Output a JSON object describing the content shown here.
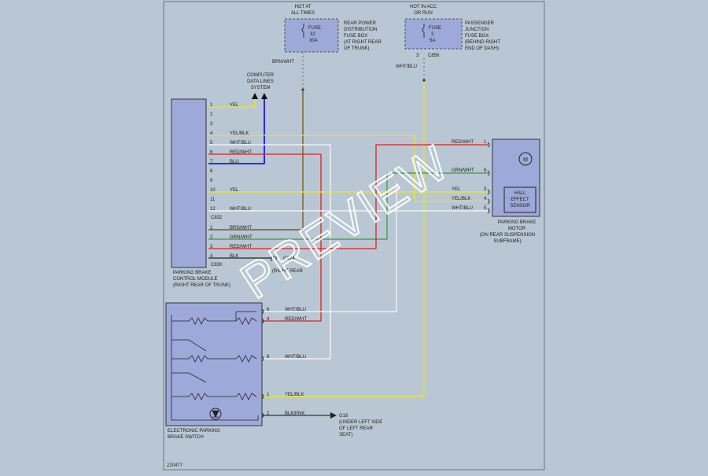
{
  "diagram_id": "220477",
  "watermark": "PREVIEW",
  "fuses": {
    "left": {
      "hot_label": [
        "HOT AT",
        "ALL TIMES"
      ],
      "fuse_text": [
        "FUSE",
        "32",
        "30A"
      ],
      "box_label": [
        "REAR POWER",
        "DISTRIBUTION",
        "FUSE BOX",
        "(AT RIGHT REAR",
        "OF TRUNK)"
      ],
      "wire": "BRN/WHT"
    },
    "right": {
      "hot_label": [
        "HOT IN ACC",
        "OR RUN"
      ],
      "fuse_text": [
        "FUSE",
        "3",
        "5A"
      ],
      "box_label": [
        "PASSENGER",
        "JUNCTION",
        "FUSE BOX",
        "(BEHIND RIGHT",
        "END OF DASH)"
      ],
      "connector": "C856",
      "pin": "3",
      "wire": "WHT/BLU"
    }
  },
  "data_lines_label": [
    "COMPUTER",
    "DATA LINES",
    "SYSTEM"
  ],
  "control_module": {
    "label": [
      "PARKING BRAKE",
      "CONTROL MODULE",
      "(RIGHT REAR OF TRUNK)"
    ],
    "connector_upper": "C832",
    "connector_lower": "C830",
    "upper_pins": [
      {
        "pin": "1",
        "wire": "YEL"
      },
      {
        "pin": "2",
        "wire": ""
      },
      {
        "pin": "3",
        "wire": ""
      },
      {
        "pin": "4",
        "wire": "YEL/BLK"
      },
      {
        "pin": "5",
        "wire": "WHT/BLU"
      },
      {
        "pin": "6",
        "wire": "RED/WHT"
      },
      {
        "pin": "7",
        "wire": "BLU"
      },
      {
        "pin": "8",
        "wire": ""
      },
      {
        "pin": "9",
        "wire": ""
      },
      {
        "pin": "10",
        "wire": "YEL"
      },
      {
        "pin": "11",
        "wire": ""
      },
      {
        "pin": "12",
        "wire": "WHT/BLU"
      }
    ],
    "lower_pins": [
      {
        "pin": "1",
        "wire": "BRN/WHT"
      },
      {
        "pin": "2",
        "wire": "GRN/WHT"
      },
      {
        "pin": "3",
        "wire": "RED/WHT"
      },
      {
        "pin": "4",
        "wire": "BLK"
      }
    ]
  },
  "ground_g324": {
    "label": "G324",
    "sub": "(RIGHT REAR"
  },
  "motor": {
    "label": [
      "PARKING BRAKE",
      "MOTOR",
      "(ON REAR SUSPENSION",
      "SUBFRAME)"
    ],
    "pins": [
      {
        "pin": "1",
        "wire": "RED/WHT"
      },
      {
        "pin": "6",
        "wire": "GRN/WHT"
      },
      {
        "pin": "3",
        "wire": "YEL"
      },
      {
        "pin": "4",
        "wire": "YEL/BLK"
      },
      {
        "pin": "5",
        "wire": "WHT/BLU"
      }
    ],
    "sensor_label": [
      "HALL",
      "EFFECT",
      "SENSOR"
    ],
    "motor_symbol": "M"
  },
  "brake_switch": {
    "label": [
      "ELECTRONIC PARKING",
      "BRAKE SWITCH"
    ],
    "pins": [
      {
        "pin": "6",
        "wire": "WHT/BLU"
      },
      {
        "pin": "4",
        "wire": "RED/WHT"
      },
      {
        "pin": "8",
        "wire": "WHT/BLU"
      },
      {
        "pin": "1",
        "wire": "YEL/BLK"
      },
      {
        "pin": "2",
        "wire": "BLK/PNK"
      }
    ]
  },
  "ground_g18": {
    "label": "G18",
    "sub": [
      "(UNDER LEFT SIDE",
      "OF LEFT REAR",
      "SEAT)"
    ]
  },
  "colors": {
    "yel": "#e3e33a",
    "blu": "#1a1aff",
    "red": "#e02020",
    "grn": "#3c9a3c",
    "brn": "#7a5a2a",
    "wht": "#eef0f4",
    "blk": "#222222",
    "component_fill": "#9ea9da",
    "background": "#b8c7d3"
  }
}
